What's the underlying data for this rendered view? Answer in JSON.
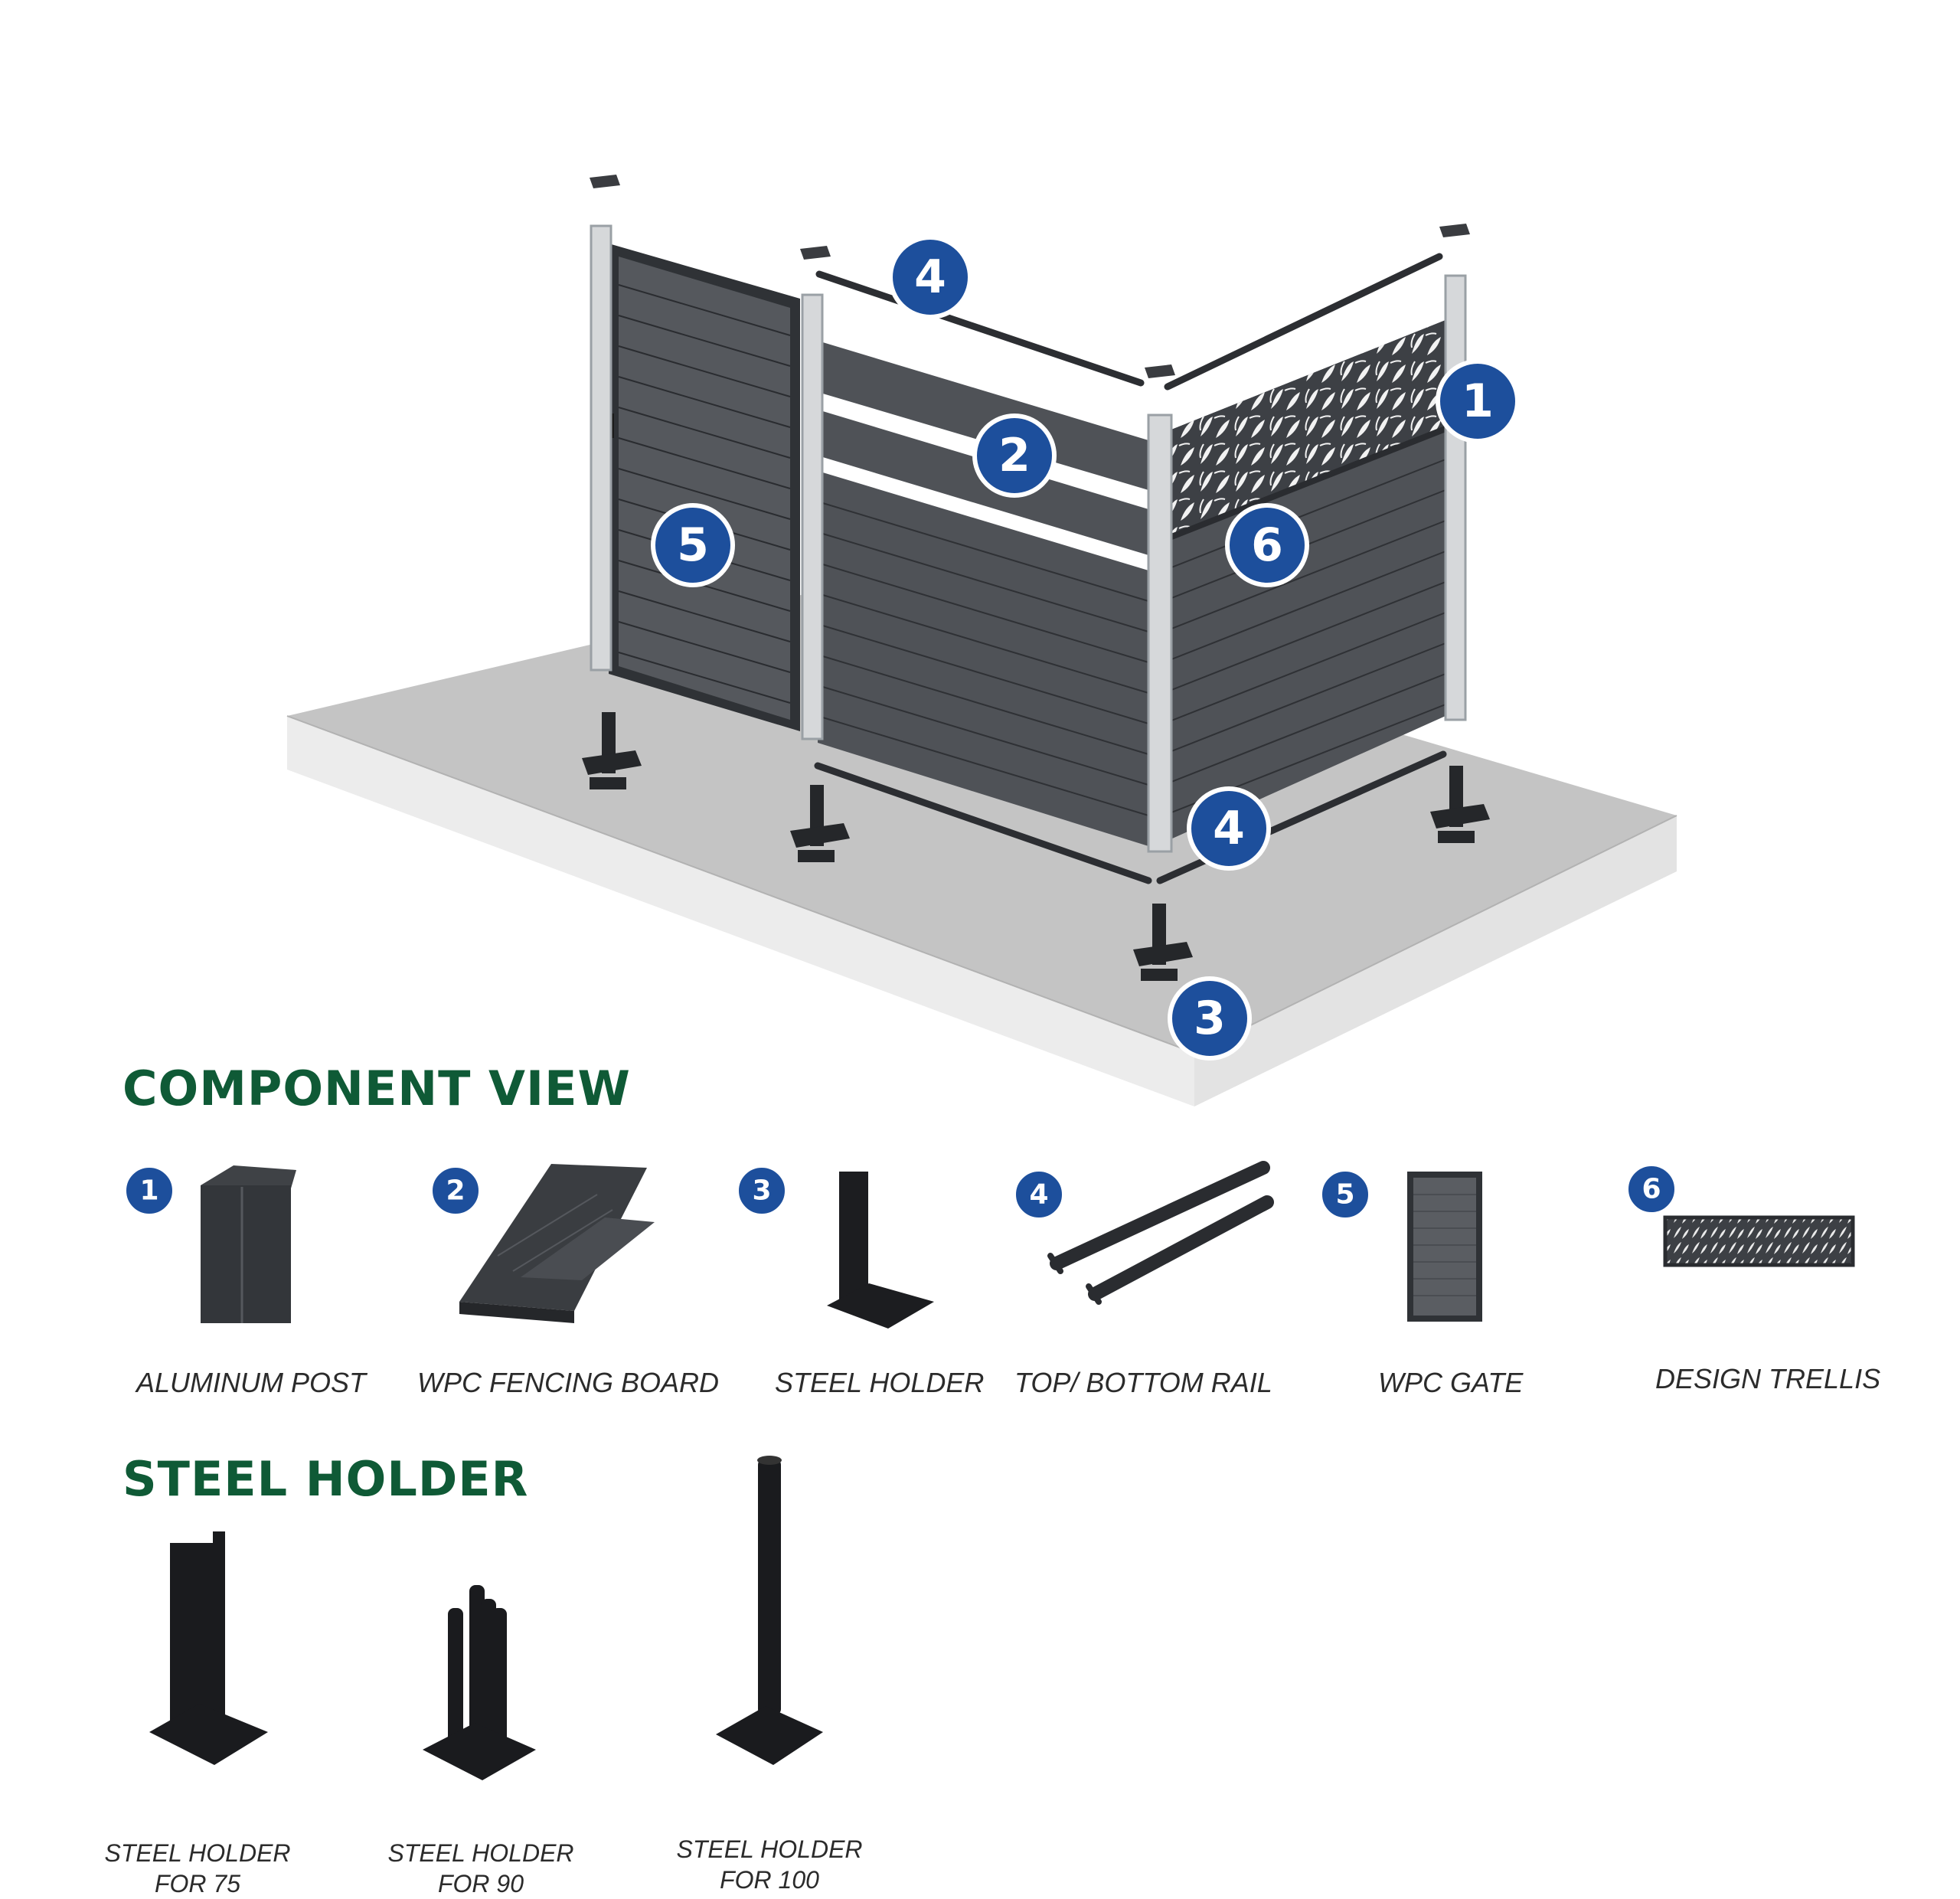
{
  "sections": {
    "component_view_title": "COMPONENT VIEW",
    "steel_holder_title": "STEEL HOLDER"
  },
  "callouts": [
    "1",
    "2",
    "3",
    "4",
    "4",
    "5",
    "6"
  ],
  "components": [
    {
      "number": "1",
      "label": "ALUMINUM POST"
    },
    {
      "number": "2",
      "label": "WPC FENCING BOARD"
    },
    {
      "number": "3",
      "label": "STEEL HOLDER"
    },
    {
      "number": "4",
      "label": "TOP/ BOTTOM RAIL"
    },
    {
      "number": "5",
      "label": "WPC GATE"
    },
    {
      "number": "6",
      "label": "DESIGN TRELLIS"
    }
  ],
  "steel_holders": [
    {
      "line1": "STEEL HOLDER",
      "line2": "FOR 75"
    },
    {
      "line1": "STEEL HOLDER",
      "line2": "FOR 90"
    },
    {
      "line1": "STEEL HOLDER",
      "line2": "FOR 100"
    }
  ],
  "colors": {
    "badge_blue": "#1d4f9c",
    "heading_green": "#0f5a36",
    "panel_gray": "#4a4d52",
    "post_silver": "#d6d8da",
    "base_gray": "#c4c4c4"
  }
}
